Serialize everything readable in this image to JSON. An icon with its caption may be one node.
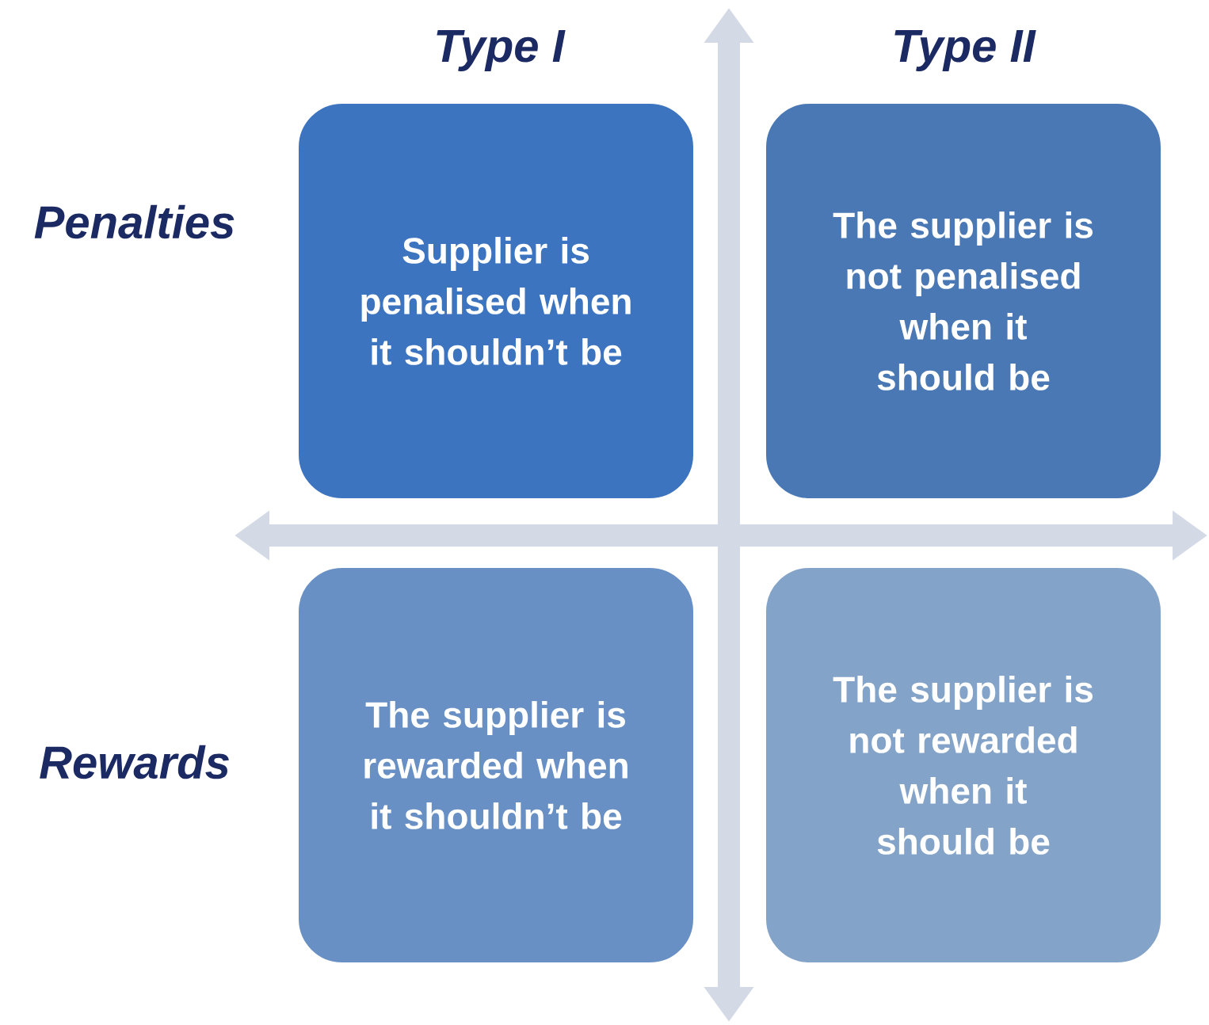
{
  "diagram": {
    "nodes": [
      {
        "text": [
          "Supplier is penalised when it shouldn’t be"
        ]
      },
      {
        "text": [
          "The supplier is not penalised when it should be"
        ]
      },
      {
        "text": [
          "The supplier is rewarded when it shouldn’t be"
        ]
      },
      {
        "text": [
          "The supplier is not rewarded when it should be"
        ]
      }
    ],
    "labels": [
      "Type I",
      "Type II",
      "Penalties",
      "Rewards"
    ]
  }
}
